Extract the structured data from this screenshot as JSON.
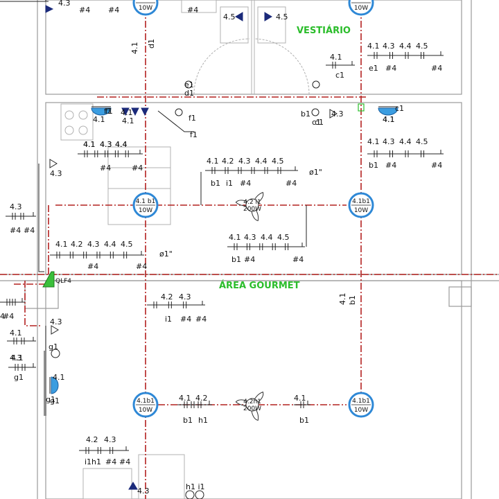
{
  "rooms": {
    "vestiario": "VESTIÁRIO",
    "area_gourmet": "ÁREA GOURMET"
  },
  "panel": {
    "label": "QLF4"
  },
  "pipe_notes": {
    "a": "ø1\"",
    "b": "ø1\""
  },
  "luminaires": [
    {
      "name": "luminaire-top-left",
      "l1": "",
      "l2": "10W"
    },
    {
      "name": "luminaire-top-right",
      "l1": "",
      "l2": "10W"
    },
    {
      "name": "luminaire-mid-left",
      "l1": "4.1 b1",
      "l2": "10W"
    },
    {
      "name": "luminaire-mid-right",
      "l1": "4.1b1",
      "l2": "10W"
    },
    {
      "name": "luminaire-low-left",
      "l1": "4.1b1",
      "l2": "10W"
    },
    {
      "name": "luminaire-low-right",
      "l1": "4.1b1",
      "l2": "10W"
    }
  ],
  "fans": [
    {
      "name": "ceiling-fan-upper",
      "l1": "4.2 i1",
      "l2": "200W"
    },
    {
      "name": "ceiling-fan-lower",
      "l1": "4.2h1",
      "l2": "200W"
    }
  ],
  "spots": [
    {
      "name": "spot-f1",
      "label": "4.1",
      "tag": "f1"
    },
    {
      "name": "spot-c1",
      "label": "4.1",
      "tag": "c1"
    },
    {
      "name": "spot-g1",
      "label": "4.1",
      "tag": "g1"
    }
  ],
  "labels": [
    {
      "name": "lbl-43-top",
      "text": "4.3"
    },
    {
      "name": "lbl-4-top-a",
      "text": "#4"
    },
    {
      "name": "lbl-4-top-b",
      "text": "#4"
    },
    {
      "name": "lbl-4-top-c",
      "text": "#4"
    },
    {
      "name": "lbl-45-top",
      "text": "4.5"
    },
    {
      "name": "lbl-45-top-b",
      "text": "4.5"
    },
    {
      "name": "lbl-41-d1",
      "text": "4.1"
    },
    {
      "name": "lbl-d1",
      "text": "d1"
    },
    {
      "name": "lbl-e1-a",
      "text": "e1"
    },
    {
      "name": "lbl-d1-b",
      "text": "d1"
    },
    {
      "name": "lbl-41-c1",
      "text": "4.1"
    },
    {
      "name": "lbl-c1-a",
      "text": "c1"
    },
    {
      "name": "lbl-vr-41",
      "text": "4.1"
    },
    {
      "name": "lbl-vr-43",
      "text": "4.3"
    },
    {
      "name": "lbl-vr-44",
      "text": "4.4"
    },
    {
      "name": "lbl-vr-45",
      "text": "4.5"
    },
    {
      "name": "lbl-vr-e1",
      "text": "e1"
    },
    {
      "name": "lbl-vr-4a",
      "text": "#4"
    },
    {
      "name": "lbl-vr-4b",
      "text": "#4"
    },
    {
      "name": "lbl-wall-41a",
      "text": "4.1"
    },
    {
      "name": "lbl-wall-43",
      "text": "4.3"
    },
    {
      "name": "lbl-wall-44",
      "text": "4.4"
    },
    {
      "name": "lbl-wall-f1a",
      "text": "f1"
    },
    {
      "name": "lbl-wall-41b",
      "text": "4.1"
    },
    {
      "name": "lbl-wall-f1b",
      "text": "f1"
    },
    {
      "name": "lbl-wall-f1c",
      "text": "f1"
    },
    {
      "name": "lbl-wall-41c",
      "text": "4.1"
    },
    {
      "name": "lbl-b1-a",
      "text": "b1"
    },
    {
      "name": "lbl-c1-b",
      "text": "c1"
    },
    {
      "name": "lbl-43-b",
      "text": "4.3"
    },
    {
      "name": "lbl-c1-c",
      "text": "c1"
    },
    {
      "name": "lbl-41-d",
      "text": "4.1"
    },
    {
      "name": "lbl-kit-41",
      "text": "4.1"
    },
    {
      "name": "lbl-kit-43",
      "text": "4.3"
    },
    {
      "name": "lbl-kit-44",
      "text": "4.4"
    },
    {
      "name": "lbl-kit-4a",
      "text": "#4"
    },
    {
      "name": "lbl-kit-4b",
      "text": "#4"
    },
    {
      "name": "lbl-rr-41",
      "text": "4.1"
    },
    {
      "name": "lbl-rr-43",
      "text": "4.3"
    },
    {
      "name": "lbl-rr-44",
      "text": "4.4"
    },
    {
      "name": "lbl-rr-45",
      "text": "4.5"
    },
    {
      "name": "lbl-rr-b1",
      "text": "b1"
    },
    {
      "name": "lbl-rr-4a",
      "text": "#4"
    },
    {
      "name": "lbl-rr-4b",
      "text": "#4"
    },
    {
      "name": "lbl-c-41",
      "text": "4.1"
    },
    {
      "name": "lbl-c-42",
      "text": "4.2"
    },
    {
      "name": "lbl-c-43",
      "text": "4.3"
    },
    {
      "name": "lbl-c-44",
      "text": "4.4"
    },
    {
      "name": "lbl-c-45",
      "text": "4.5"
    },
    {
      "name": "lbl-c-b1",
      "text": "b1"
    },
    {
      "name": "lbl-c-i1",
      "text": "i1"
    },
    {
      "name": "lbl-c-4a",
      "text": "#4"
    },
    {
      "name": "lbl-c-4b",
      "text": "#4"
    },
    {
      "name": "lbl-left-43",
      "text": "4.3"
    },
    {
      "name": "lbl-lw-43",
      "text": "4.3"
    },
    {
      "name": "lbl-lw-4a",
      "text": "#4"
    },
    {
      "name": "lbl-lw-4b",
      "text": "#4"
    },
    {
      "name": "lbl-l-41",
      "text": "4.1"
    },
    {
      "name": "lbl-l-42",
      "text": "4.2"
    },
    {
      "name": "lbl-l-43",
      "text": "4.3"
    },
    {
      "name": "lbl-l-44",
      "text": "4.4"
    },
    {
      "name": "lbl-l-45",
      "text": "4.5"
    },
    {
      "name": "lbl-l-4a",
      "text": "#4"
    },
    {
      "name": "lbl-l-4b",
      "text": "#4"
    },
    {
      "name": "lbl-m-41",
      "text": "4.1"
    },
    {
      "name": "lbl-m-43",
      "text": "4.3"
    },
    {
      "name": "lbl-m-44",
      "text": "4.4"
    },
    {
      "name": "lbl-m-45",
      "text": "4.5"
    },
    {
      "name": "lbl-m-b1",
      "text": "b1"
    },
    {
      "name": "lbl-m-4a",
      "text": "#4"
    },
    {
      "name": "lbl-m-4b",
      "text": "#4"
    },
    {
      "name": "lbl-g-42",
      "text": "4.2"
    },
    {
      "name": "lbl-g-43",
      "text": "4.3"
    },
    {
      "name": "lbl-g-i1",
      "text": "i1"
    },
    {
      "name": "lbl-g-4a",
      "text": "#4"
    },
    {
      "name": "lbl-g-4b",
      "text": "#4"
    },
    {
      "name": "lbl-vr2-41",
      "text": "4.1"
    },
    {
      "name": "lbl-vr2-b1",
      "text": "b1"
    },
    {
      "name": "lbl-ll-43",
      "text": "4.3"
    },
    {
      "name": "lbl-ll-4a",
      "text": "#4"
    },
    {
      "name": "lbl-ll-4b",
      "text": "4"
    },
    {
      "name": "lbl-ll-41",
      "text": "4.1"
    },
    {
      "name": "lbl-g1-a",
      "text": "g1"
    },
    {
      "name": "lbl-ll-43b",
      "text": "4.3"
    },
    {
      "name": "lbl-ll-41b",
      "text": "4.1"
    },
    {
      "name": "lbl-g1-b",
      "text": "g1"
    },
    {
      "name": "lbl-g1-c",
      "text": "g1"
    },
    {
      "name": "lbl-bt-41a",
      "text": "4.1"
    },
    {
      "name": "lbl-bt-42",
      "text": "4.2"
    },
    {
      "name": "lbl-bt-b1",
      "text": "b1"
    },
    {
      "name": "lbl-bt-h1",
      "text": "h1"
    },
    {
      "name": "lbl-bt-41b",
      "text": "4.1"
    },
    {
      "name": "lbl-bt-b1b",
      "text": "b1"
    },
    {
      "name": "lbl-bl-42",
      "text": "4.2"
    },
    {
      "name": "lbl-bl-43",
      "text": "4.3"
    },
    {
      "name": "lbl-bl-i1h1",
      "text": "i1h1"
    },
    {
      "name": "lbl-bl-4a",
      "text": "#4"
    },
    {
      "name": "lbl-bl-4b",
      "text": "#4"
    },
    {
      "name": "lbl-bot-43",
      "text": "4.3"
    },
    {
      "name": "lbl-bot-h1i1",
      "text": "h1 i1"
    }
  ]
}
